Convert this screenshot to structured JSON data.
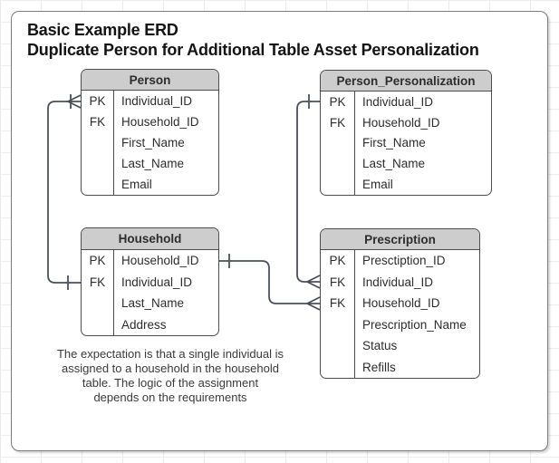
{
  "title": {
    "line1": "Basic Example ERD",
    "line2": "Duplicate Person for Additional Table Asset Personalization"
  },
  "tables": [
    {
      "name": "Person",
      "rows": [
        {
          "key": "PK",
          "field": "Individual_ID"
        },
        {
          "key": "FK",
          "field": "Household_ID"
        },
        {
          "key": "",
          "field": "First_Name"
        },
        {
          "key": "",
          "field": "Last_Name"
        },
        {
          "key": "",
          "field": "Email"
        }
      ]
    },
    {
      "name": "Person_Personalization",
      "rows": [
        {
          "key": "PK",
          "field": "Individual_ID"
        },
        {
          "key": "FK",
          "field": "Household_ID"
        },
        {
          "key": "",
          "field": "First_Name"
        },
        {
          "key": "",
          "field": "Last_Name"
        },
        {
          "key": "",
          "field": "Email"
        }
      ]
    },
    {
      "name": "Household",
      "rows": [
        {
          "key": "PK",
          "field": "Household_ID"
        },
        {
          "key": "FK",
          "field": "Individual_ID"
        },
        {
          "key": "",
          "field": "Last_Name"
        },
        {
          "key": "",
          "field": "Address"
        }
      ]
    },
    {
      "name": "Prescription",
      "rows": [
        {
          "key": "PK",
          "field": "Presctiption_ID"
        },
        {
          "key": "FK",
          "field": "Individual_ID"
        },
        {
          "key": "FK",
          "field": "Household_ID"
        },
        {
          "key": "",
          "field": "Prescription_Name"
        },
        {
          "key": "",
          "field": "Status"
        },
        {
          "key": "",
          "field": "Refills"
        }
      ]
    }
  ],
  "note": {
    "lines": [
      "The expectation is that a single individual is",
      "assigned to a household in the household",
      "table.  The logic of the assignment",
      "depends on the requirements"
    ]
  },
  "relationships": [
    {
      "from_table": "Household",
      "from_field": "Individual_ID",
      "from_symbol": "one",
      "to_table": "Person",
      "to_field": "Individual_ID",
      "to_symbol": "one-to-many"
    },
    {
      "from_table": "Person_Personalization",
      "from_field": "Individual_ID",
      "from_symbol": "one",
      "to_table": "Prescription",
      "to_field": "Individual_ID",
      "to_symbol": "many"
    },
    {
      "from_table": "Household",
      "from_field": "Household_ID",
      "from_symbol": "one",
      "to_table": "Prescription",
      "to_field": "Household_ID",
      "to_symbol": "many"
    }
  ],
  "colors": {
    "header_fill": "#cdcdcd",
    "table_border": "#4d4d4d",
    "connector": "#4a505a",
    "frame_border": "#7d7d7d",
    "grid_line": "#ececec"
  }
}
